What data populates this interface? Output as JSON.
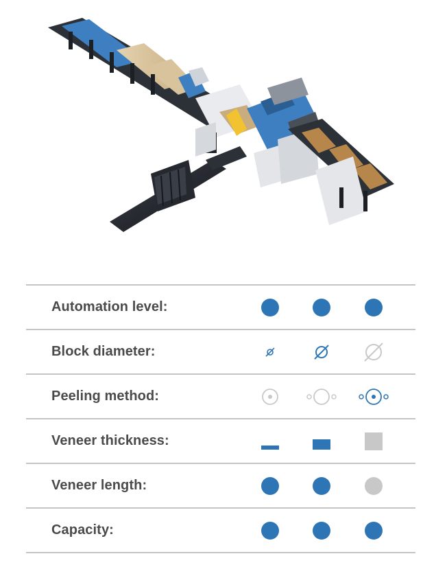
{
  "colors": {
    "active": "#2e75b6",
    "inactive": "#c8c8c8",
    "label": "#4a4a4a",
    "rule": "#c4c4c4"
  },
  "hero_image": {
    "icon": "veneer-peeling-line-machine-illustration"
  },
  "specs": [
    {
      "label": "Automation level:",
      "kind": "dot",
      "states": [
        "active",
        "active",
        "active"
      ]
    },
    {
      "label": "Block diameter:",
      "kind": "diameter",
      "sizes": [
        "small",
        "medium",
        "large"
      ],
      "states": [
        "active",
        "active",
        "inactive"
      ]
    },
    {
      "label": "Peeling method:",
      "kind": "peeling",
      "variants": [
        "center",
        "spindle",
        "spindle-center"
      ],
      "states": [
        "inactive",
        "inactive",
        "active"
      ]
    },
    {
      "label": "Veneer thickness:",
      "kind": "thickness",
      "sizes": [
        "thin",
        "medium",
        "thick"
      ],
      "states": [
        "active",
        "active",
        "inactive"
      ]
    },
    {
      "label": "Veneer length:",
      "kind": "dot",
      "states": [
        "active",
        "active",
        "inactive"
      ]
    },
    {
      "label": "Capacity:",
      "kind": "dot",
      "states": [
        "active",
        "active",
        "active"
      ]
    }
  ]
}
